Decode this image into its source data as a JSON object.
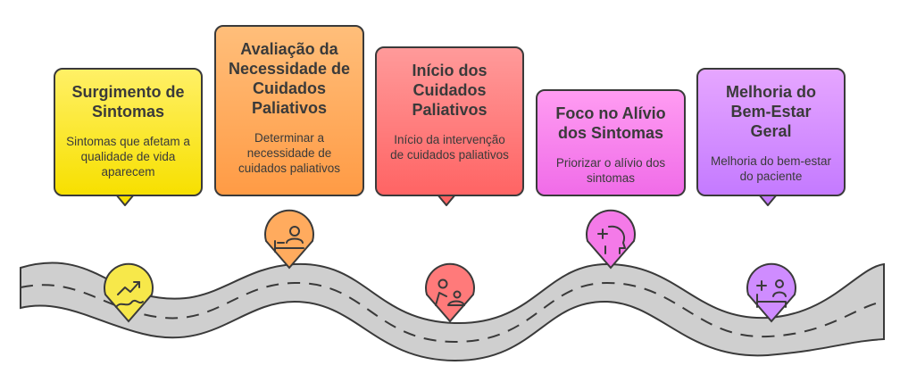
{
  "steps": [
    {
      "title": "Surgimento de Sintomas",
      "description": "Sintomas que afetam a qualidade de vida aparecem",
      "icon": "symptoms-chart-icon",
      "color": "#f7e84a"
    },
    {
      "title": "Avaliação da Necessidade de Cuidados Paliativos",
      "description": "Determinar a necessidade de cuidados paliativos",
      "icon": "doctor-patient-bed-icon",
      "color": "#ffab5e"
    },
    {
      "title": "Início dos Cuidados Paliativos",
      "description": "Início da intervenção de cuidados paliativos",
      "icon": "caregiver-icon",
      "color": "#ff7a7a"
    },
    {
      "title": "Foco no Alívio dos Sintomas",
      "description": "Priorizar o alívio dos sintomas",
      "icon": "head-health-icon",
      "color": "#f47ae8"
    },
    {
      "title": "Melhoria do Bem-Estar Geral",
      "description": "Melhoria do bem-estar do paciente",
      "icon": "patient-care-icon",
      "color": "#cf8cff"
    }
  ]
}
